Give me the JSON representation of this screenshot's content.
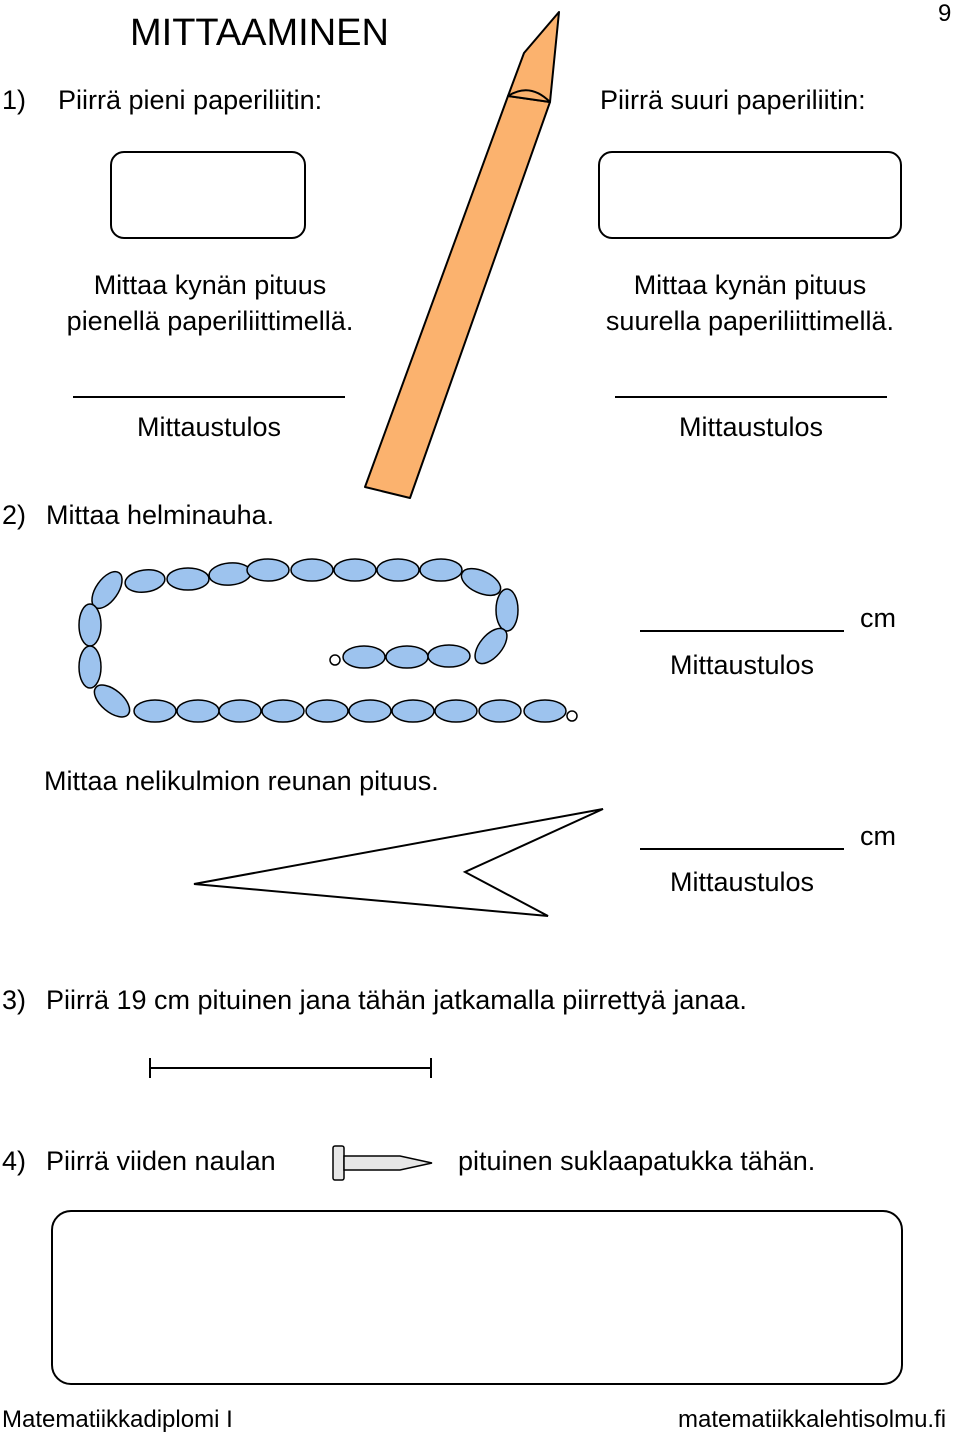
{
  "page": {
    "title": "MITTAAMINEN",
    "page_number": "9"
  },
  "task1": {
    "number": "1)",
    "left_prompt": "Piirrä pieni paperiliitin:",
    "right_prompt": "Piirrä suuri paperiliitin:",
    "left_measure_line1": "Mittaa kynän pituus",
    "left_measure_line2": "pienellä paperiliittimellä.",
    "right_measure_line1": "Mittaa kynän pituus",
    "right_measure_line2": "suurella paperiliittimellä.",
    "left_result_label": "Mittaustulos",
    "right_result_label": "Mittaustulos"
  },
  "task2": {
    "number": "2)",
    "prompt": "Mittaa helminauha.",
    "result_label": "Mittaustulos",
    "unit": "cm",
    "polygon_prompt": "Mittaa nelikulmion reunan pituus.",
    "polygon_result_label": "Mittaustulos",
    "polygon_unit": "cm"
  },
  "task3": {
    "number": "3)",
    "prompt": "Piirrä 19 cm pituinen jana tähän jatkamalla piirrettyä janaa."
  },
  "task4": {
    "number": "4)",
    "prompt_before": "Piirrä viiden naulan",
    "prompt_after": "pituinen suklaapatukka tähän."
  },
  "footer": {
    "left": "Matematiikkadiplomi I",
    "right": "matematiikkalehtisolmu.fi"
  },
  "colors": {
    "pencil": "#FBB26E",
    "bead": "#9DC3EE",
    "nail": "#E6E6E6"
  },
  "icons": [
    "pencil-icon",
    "bead-necklace-icon",
    "nail-icon"
  ]
}
